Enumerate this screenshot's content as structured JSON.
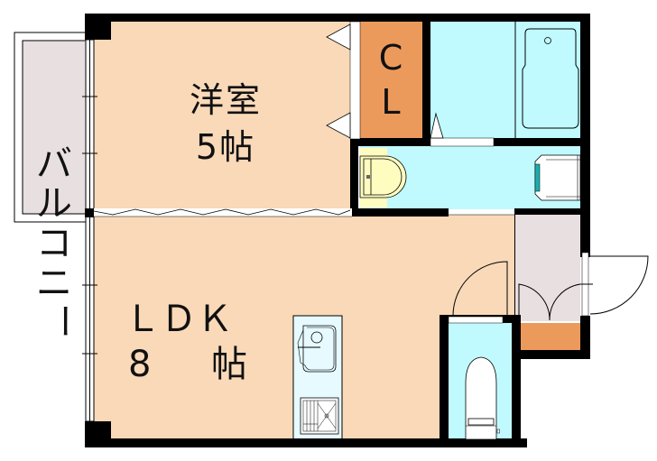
{
  "floor_plan": {
    "rooms": [
      {
        "id": "western-room",
        "name": "洋室",
        "size": "5帖",
        "color": "#F9D9B8"
      },
      {
        "id": "ldk",
        "name": "ＬＤＫ",
        "size_number": "8",
        "size_unit": "帖",
        "color": "#F9D9B8"
      },
      {
        "id": "closet",
        "name_line1": "C",
        "name_line2": "L",
        "color": "#EC9A5C"
      },
      {
        "id": "bathroom",
        "color": "#C0FAFF"
      },
      {
        "id": "washroom",
        "color": "#C0FAFF"
      },
      {
        "id": "toilet",
        "color": "#C0FAFF"
      },
      {
        "id": "entrance",
        "color": "#E7DFE0"
      },
      {
        "id": "shoe-cabinet",
        "color": "#EC9A5C"
      },
      {
        "id": "kitchen",
        "color": "#E6FAFF"
      }
    ],
    "balcony": {
      "label_chars": [
        "バ",
        "ル",
        "コ",
        "ニ",
        "ー"
      ],
      "color": "#E7DFE0"
    },
    "colors": {
      "wall": "#000000",
      "room_floor": "#F9D9B8",
      "wet_area": "#C0FAFF",
      "storage": "#EC9A5C",
      "entrance": "#E7DFE0",
      "washbasin": "#FFFCC0",
      "washer_accent": "#1AAFB0"
    }
  }
}
